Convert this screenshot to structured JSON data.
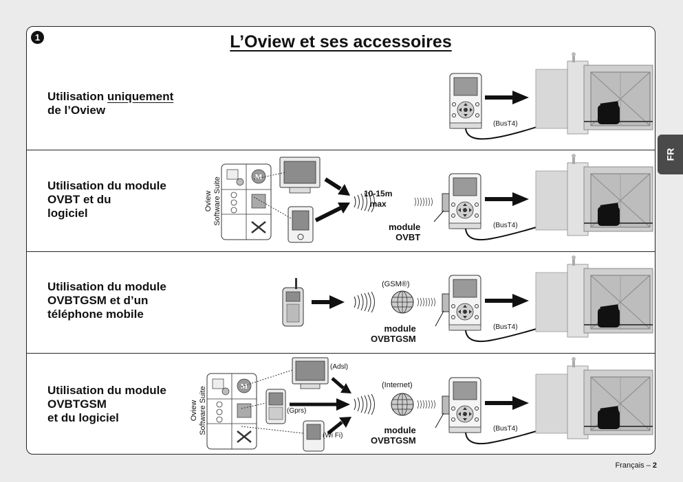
{
  "title": "L’Oview et ses accessoires",
  "badge": "1",
  "side_tab": "FR",
  "footer": {
    "lang": "Français – ",
    "page": "2"
  },
  "rows": [
    {
      "title_pre": "Utilisation ",
      "title_emph": "uniquement",
      "title_post": "de l’Oview",
      "bus": "BusT4"
    },
    {
      "title": "Utilisation du module\nOVBT et du\nlogiciel",
      "software": "Oview\nSoftware Suite",
      "range": "10-15m\nmax",
      "module": "module\nOVBT",
      "bus": "BusT4"
    },
    {
      "title": "Utilisation du module\nOVBTGSM et d’un\ntéléphone mobile",
      "network": "GSM®",
      "module": "module\nOVBTGSM",
      "bus": "BusT4"
    },
    {
      "title": "Utilisation du module\nOVBTGSM\net du logiciel",
      "software": "Oview\nSoftware Suite",
      "links": {
        "adsl": "Adsl",
        "gprs": "Gprs",
        "wifi": "Wi Fi"
      },
      "network": "Internet",
      "module": "module\nOVBTGSM",
      "bus": "BusT4"
    }
  ]
}
